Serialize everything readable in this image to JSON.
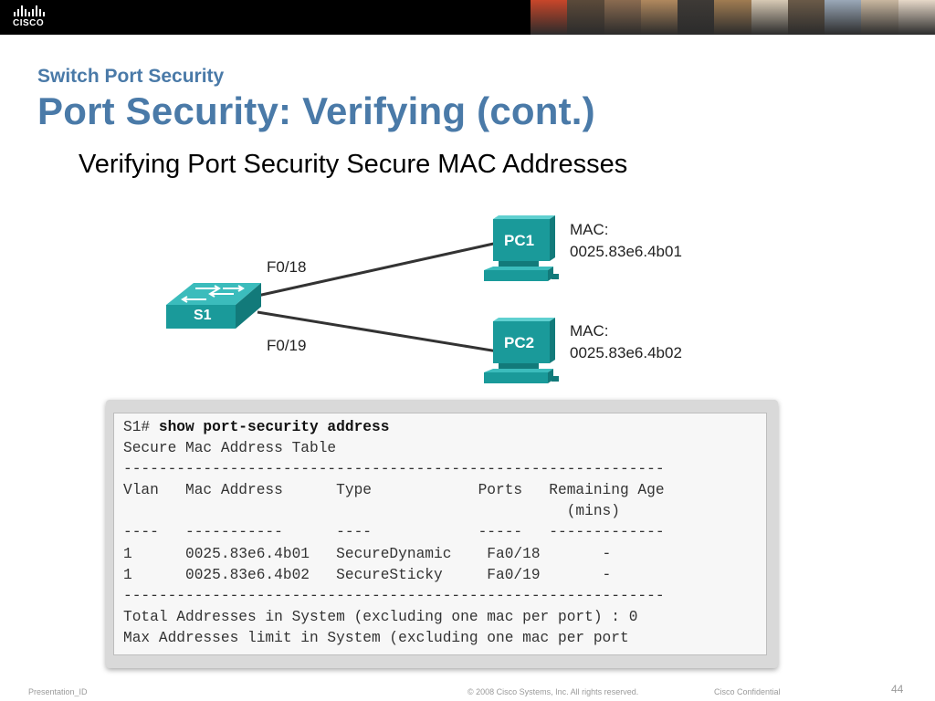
{
  "header": {
    "logo_text": "CISCO",
    "photos": [
      "#c8462a",
      "#5b4a3a",
      "#8a6b50",
      "#b0885e",
      "#3e3a36",
      "#a07c52",
      "#d7c9b4",
      "#6a5a48",
      "#9aa8b8",
      "#c9b7a0",
      "#e6d8c8"
    ]
  },
  "slide": {
    "section": "Switch Port Security",
    "title": "Port Security: Verifying (cont.)",
    "subtitle": "Verifying Port Security Secure MAC Addresses"
  },
  "topology": {
    "switch_label": "S1",
    "link1_label": "F0/18",
    "link2_label": "F0/19",
    "pc1": {
      "label": "PC1",
      "mac_title": "MAC:",
      "mac": "0025.83e6.4b01"
    },
    "pc2": {
      "label": "PC2",
      "mac_title": "MAC:",
      "mac": "0025.83e6.4b02"
    }
  },
  "console": {
    "prompt": "S1# ",
    "command": "show port-security address",
    "lines": [
      "Secure Mac Address Table",
      "-------------------------------------------------------------",
      "Vlan   Mac Address      Type            Ports   Remaining Age",
      "                                                  (mins)",
      "----   -----------      ----            -----   -------------",
      "1      0025.83e6.4b01   SecureDynamic    Fa0/18       -",
      "1      0025.83e6.4b02   SecureSticky     Fa0/19       -",
      "-------------------------------------------------------------",
      "Total Addresses in System (excluding one mac per port) : 0",
      "Max Addresses limit in System (excluding one mac per port"
    ]
  },
  "footer": {
    "presentation_id": "Presentation_ID",
    "copyright": "© 2008 Cisco Systems, Inc. All rights reserved.",
    "confidential": "Cisco Confidential",
    "page_number": "44"
  },
  "colors": {
    "accent": "#4a7aa8",
    "device_teal": "#1a9a9a"
  }
}
